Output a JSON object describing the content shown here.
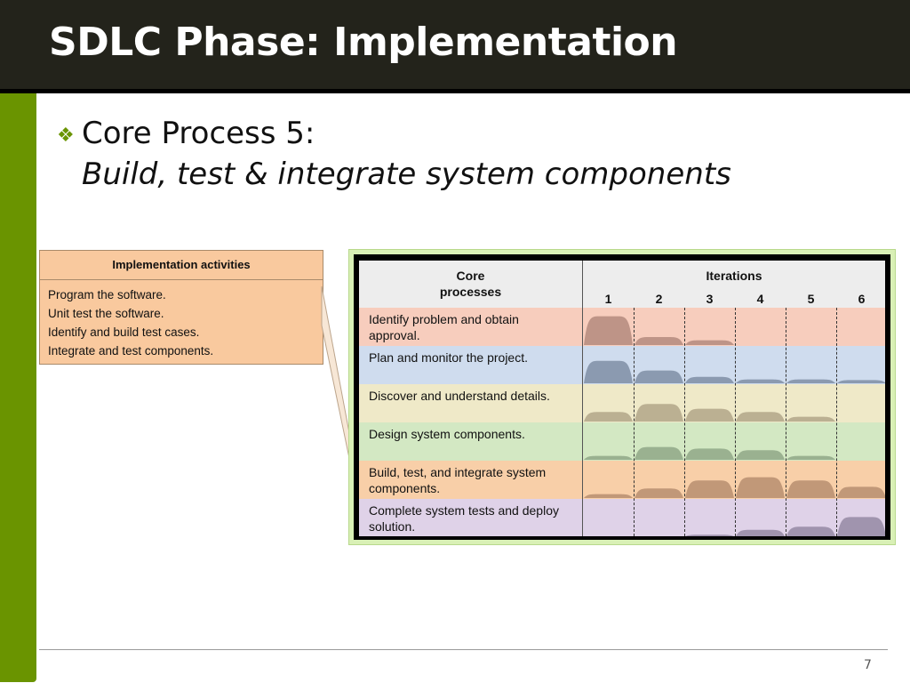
{
  "slide": {
    "title": "SDLC Phase: Implementation",
    "bullet_icon": "diamond-bullet-icon",
    "bullet_text": "Core Process 5:",
    "bullet_subtext": "Build, test & integrate system components",
    "page_number": "7"
  },
  "activities": {
    "header": "Implementation activities",
    "items": [
      "Program the software.",
      "Unit test the software.",
      "Identify and build test cases.",
      "Integrate and test components."
    ]
  },
  "matrix": {
    "core_header_line1": "Core",
    "core_header_line2": "processes",
    "iterations_header": "Iterations",
    "iterations": [
      "1",
      "2",
      "3",
      "4",
      "5",
      "6"
    ],
    "rows": [
      {
        "line1": "Identify problem and obtain",
        "line2": "approval.",
        "color": "#f7cdbd",
        "hump": "#b48a7e",
        "effort": [
          0.9,
          0.25,
          0.15,
          0,
          0,
          0
        ]
      },
      {
        "line1": "Plan and monitor the project.",
        "line2": "",
        "color": "#cfdcee",
        "hump": "#7f8ea4",
        "effort": [
          0.7,
          0.4,
          0.2,
          0.12,
          0.12,
          0.1
        ]
      },
      {
        "line1": "Discover and understand details.",
        "line2": "",
        "color": "#efe9c8",
        "hump": "#b2a688",
        "effort": [
          0.3,
          0.55,
          0.4,
          0.3,
          0.15,
          0
        ]
      },
      {
        "line1": "Design system components.",
        "line2": "",
        "color": "#d3e8c3",
        "hump": "#8fa787",
        "effort": [
          0.12,
          0.4,
          0.35,
          0.3,
          0.12,
          0
        ]
      },
      {
        "line1": "Build, test, and integrate system",
        "line2": "components.",
        "color": "#f8cfa8",
        "hump": "#b78e70",
        "effort": [
          0.12,
          0.3,
          0.55,
          0.65,
          0.55,
          0.35
        ]
      },
      {
        "line1": "Complete system tests and deploy",
        "line2": "solution.",
        "color": "#dfd2e8",
        "hump": "#958aa3",
        "effort": [
          0,
          0,
          0.05,
          0.2,
          0.3,
          0.6
        ]
      }
    ]
  }
}
